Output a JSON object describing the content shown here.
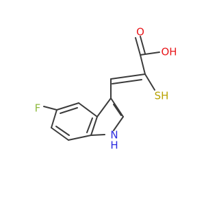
{
  "molecule": {
    "atoms": {
      "F": {
        "label": "F",
        "color": "#8fba3f"
      },
      "O1": {
        "label": "O",
        "color": "#e8171b"
      },
      "O2": {
        "label": "OH",
        "color": "#e8171b"
      },
      "S": {
        "label": "SH",
        "color": "#b8a200"
      },
      "N": {
        "label": "N",
        "color": "#2a2ae0"
      },
      "NH": {
        "label": "H",
        "color": "#2a2ae0"
      }
    },
    "bond_color": "#3b3b3b"
  }
}
